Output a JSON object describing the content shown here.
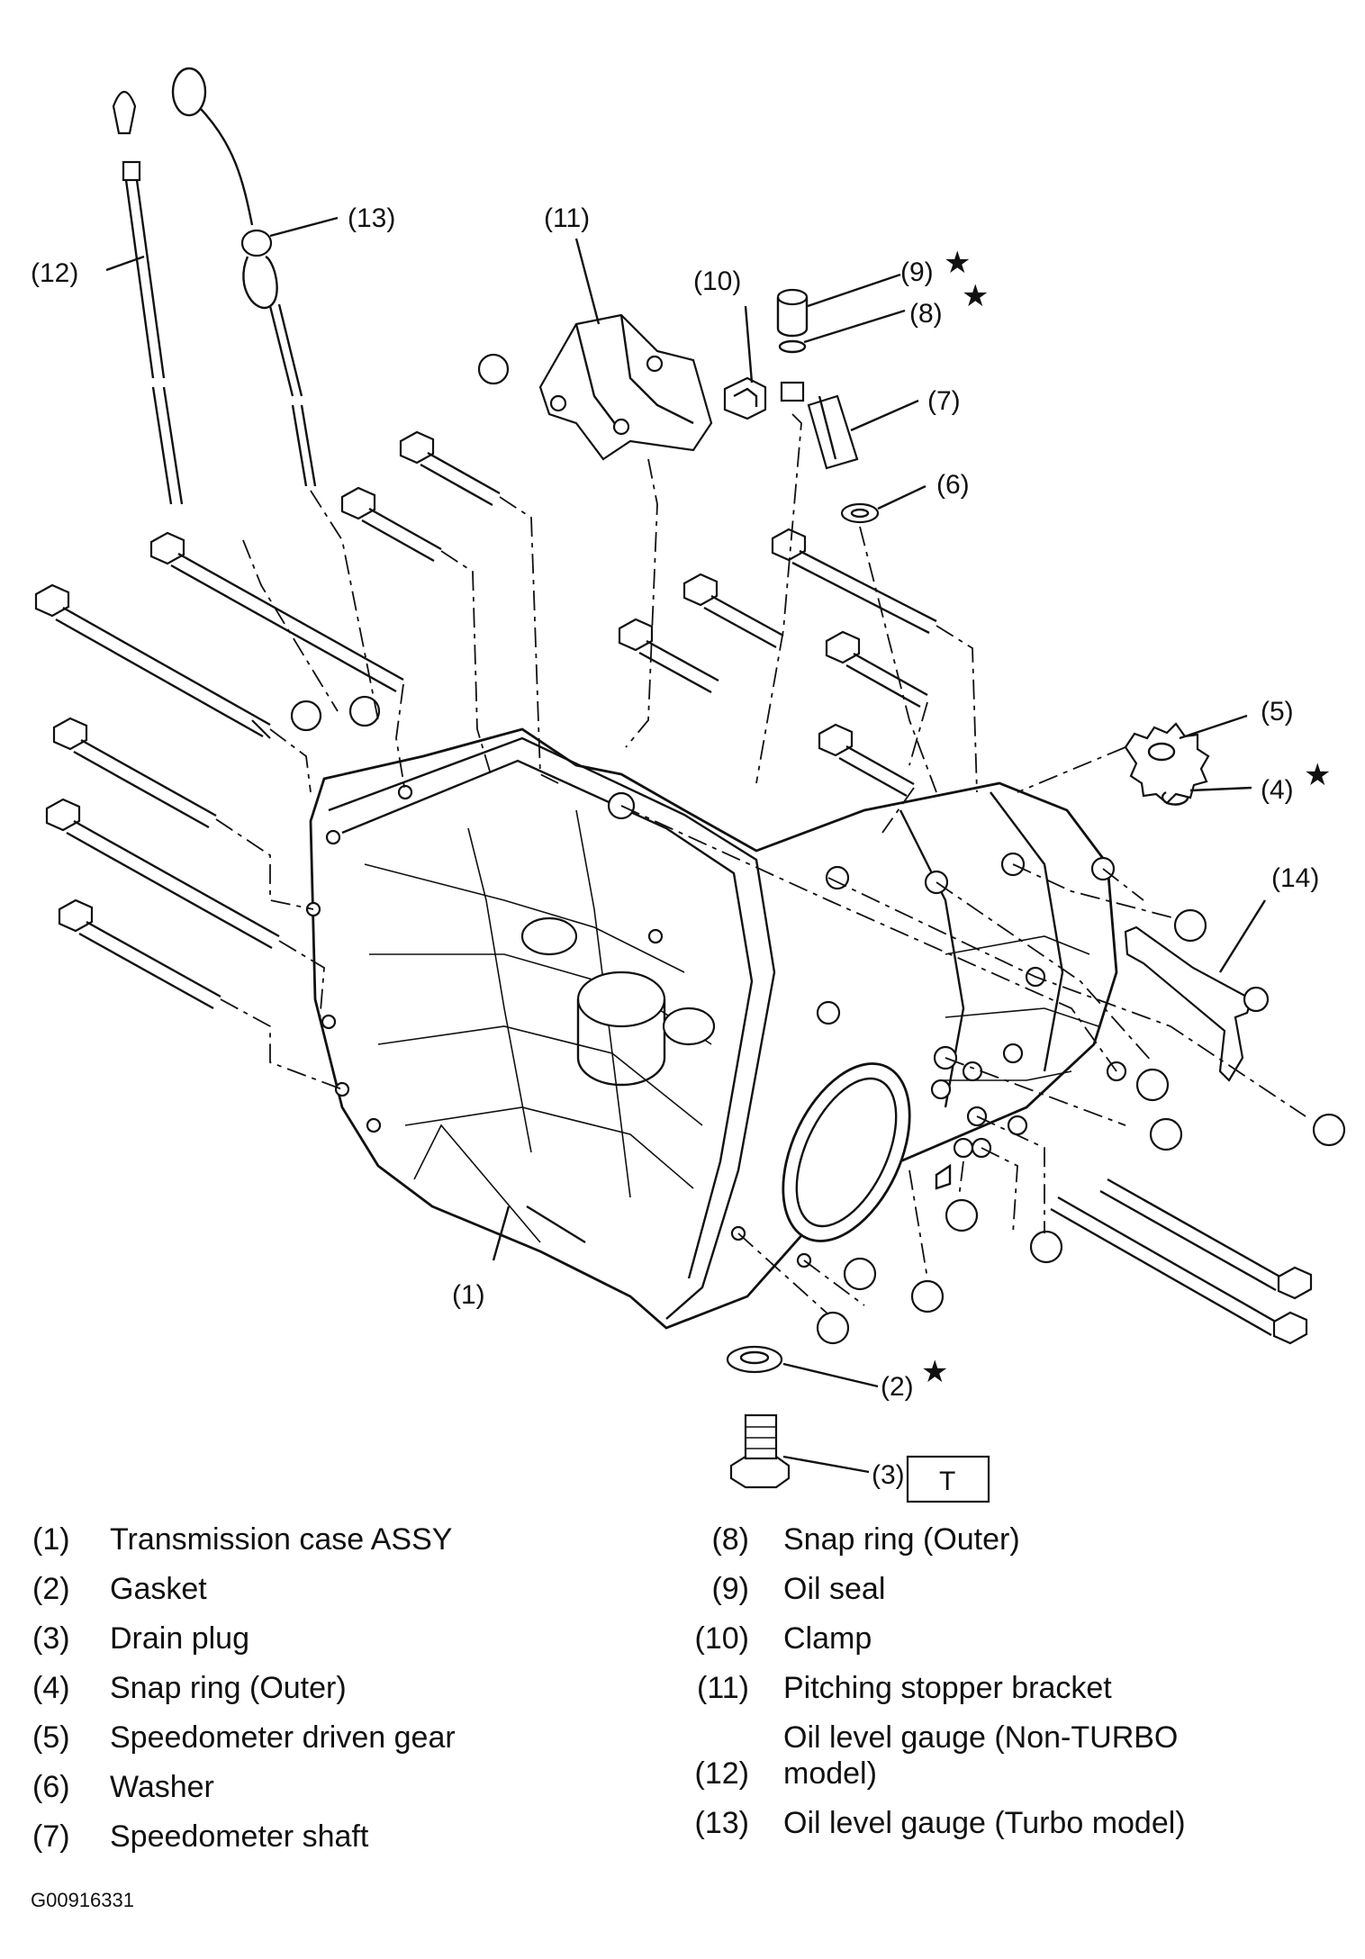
{
  "callouts": {
    "c1": "(1)",
    "c2": "(2)",
    "c3": "(3)",
    "c4": "(4)",
    "c5": "(5)",
    "c6": "(6)",
    "c7": "(7)",
    "c8": "(8)",
    "c9": "(9)",
    "c10": "(10)",
    "c11": "(11)",
    "c12": "(12)",
    "c13": "(13)",
    "c14": "(14)"
  },
  "star_symbol": "★",
  "torque_box_label": "T",
  "legend": {
    "left": [
      {
        "num": "(1)",
        "text": "Transmission case ASSY"
      },
      {
        "num": "(2)",
        "text": "Gasket"
      },
      {
        "num": "(3)",
        "text": "Drain plug"
      },
      {
        "num": "(4)",
        "text": "Snap ring (Outer)"
      },
      {
        "num": "(5)",
        "text": "Speedometer driven gear"
      },
      {
        "num": "(6)",
        "text": "Washer"
      },
      {
        "num": "(7)",
        "text": "Speedometer shaft"
      }
    ],
    "right": [
      {
        "num": "(8)",
        "text": "Snap ring (Outer)"
      },
      {
        "num": "(9)",
        "text": "Oil seal"
      },
      {
        "num": "(10)",
        "text": "Clamp"
      },
      {
        "num": "(11)",
        "text": "Pitching stopper bracket"
      },
      {
        "num": "(12)",
        "text": "Oil level gauge (Non-TURBO model)"
      },
      {
        "num": "(13)",
        "text": "Oil level gauge (Turbo model)"
      }
    ]
  },
  "figure_id": "G00916331"
}
